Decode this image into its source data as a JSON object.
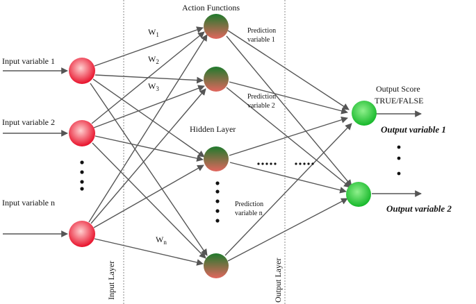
{
  "labels": {
    "action_functions": "Action Functions",
    "hidden_layer": "Hidden Layer",
    "output_score_1": "Output Score",
    "output_score_2": "TRUE/FALSE",
    "input_layer": "Input Layer",
    "output_layer": "Output Layer"
  },
  "inputs": [
    {
      "label": "Input variable",
      "sub": "1"
    },
    {
      "label": "Input variable",
      "sub": "2"
    },
    {
      "label": "Input variable",
      "sub": "n"
    }
  ],
  "weights": [
    {
      "label": "W",
      "sub": "1"
    },
    {
      "label": "W",
      "sub": "2"
    },
    {
      "label": "W",
      "sub": "3"
    },
    {
      "label": "W",
      "sub": "n"
    }
  ],
  "predictions": [
    {
      "line1": "Prediction",
      "line2": "variable 1"
    },
    {
      "line1": "Prediction",
      "line2": "variable 2"
    },
    {
      "line1": "Prediction",
      "line2": "variable n"
    }
  ],
  "outputs": [
    {
      "label": "Output variable 1"
    },
    {
      "label": "Output variable 2"
    }
  ],
  "colors": {
    "input_node_light": "#ffd0d0",
    "input_node_dark": "#e8102a",
    "hidden_top": "#1f7a2c",
    "hidden_bottom": "#e2665e",
    "output_light": "#8ff08c",
    "output_dark": "#16b82a",
    "edge": "#555555"
  }
}
